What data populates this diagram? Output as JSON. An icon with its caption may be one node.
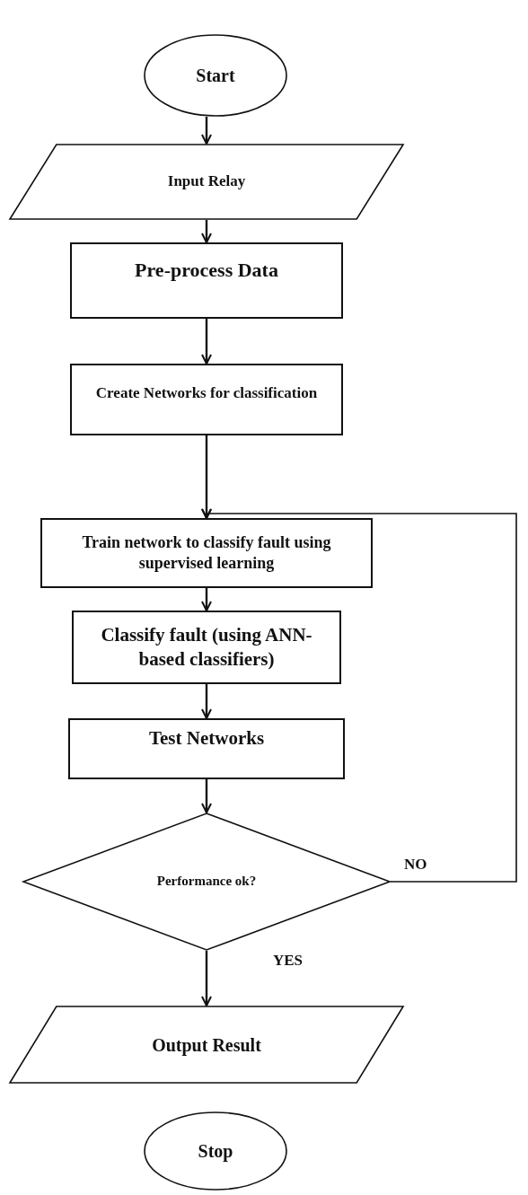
{
  "diagram": {
    "nodes": [
      {
        "text": [
          "Start"
        ]
      },
      {
        "text": [
          "Input Relay"
        ]
      },
      {
        "text": [
          "Pre-process Data"
        ]
      },
      {
        "text": [
          "Create Networks for classification"
        ]
      },
      {
        "text": [
          "Train network to classify fault using supervised learning"
        ]
      },
      {
        "text": [
          "Classify fault (using ANN-based classifiers)"
        ]
      },
      {
        "text": [
          "Test Networks"
        ]
      },
      {
        "text": [
          "Performance ok?"
        ]
      },
      {
        "text": [
          "Output Result"
        ]
      },
      {
        "text": [
          "Stop"
        ]
      }
    ],
    "edges": [
      {
        "from": 0,
        "to": 1,
        "arrow": "to"
      },
      {
        "from": 1,
        "to": 2,
        "arrow": "to"
      },
      {
        "from": 2,
        "to": 3,
        "arrow": "to"
      },
      {
        "from": 3,
        "to": 4,
        "arrow": "to"
      },
      {
        "from": 4,
        "to": 5,
        "arrow": "to"
      },
      {
        "from": 5,
        "to": 6,
        "arrow": "to"
      },
      {
        "from": 6,
        "to": 7,
        "arrow": "to"
      },
      {
        "from": 7,
        "to": 4,
        "arrow": "to",
        "label": "NO"
      },
      {
        "from": 7,
        "to": 8,
        "arrow": "to",
        "label": "YES"
      }
    ]
  }
}
